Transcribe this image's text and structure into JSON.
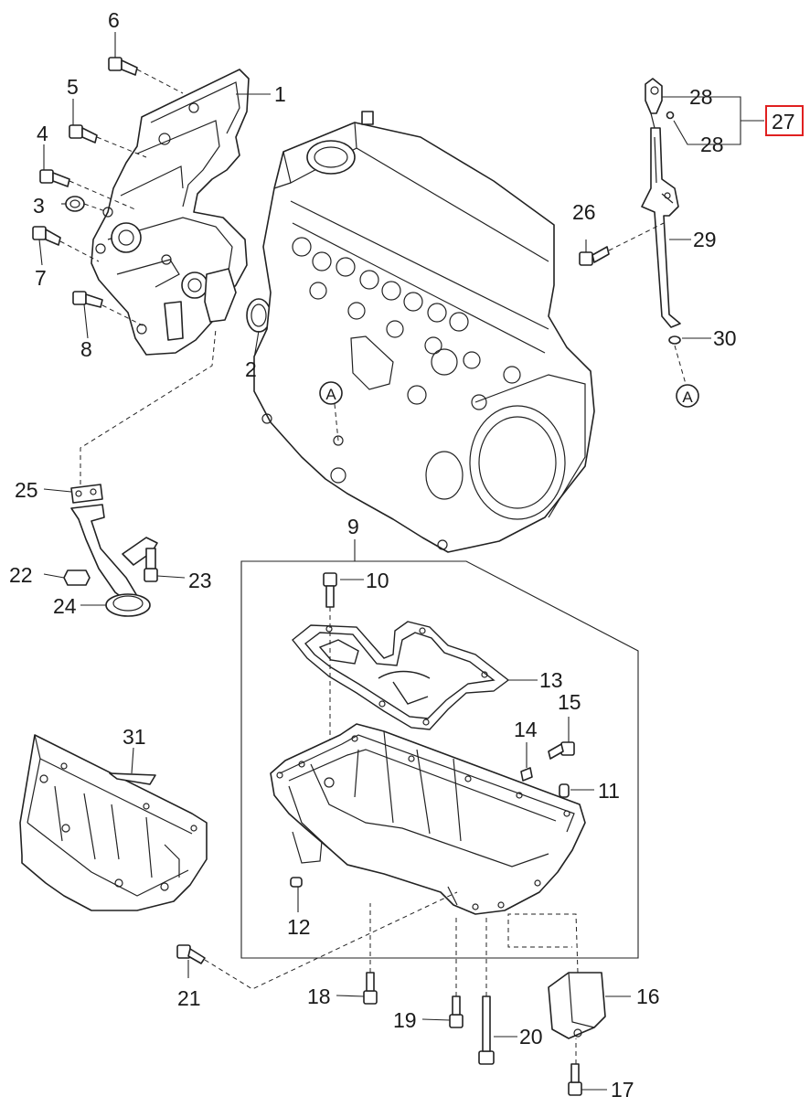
{
  "callouts": {
    "c1": "1",
    "c2": "2",
    "c3": "3",
    "c4": "4",
    "c5": "5",
    "c6": "6",
    "c7": "7",
    "c8": "8",
    "c9": "9",
    "c10": "10",
    "c11": "11",
    "c12": "12",
    "c13": "13",
    "c14": "14",
    "c15": "15",
    "c16": "16",
    "c17": "17",
    "c18": "18",
    "c19": "19",
    "c20": "20",
    "c21": "21",
    "c22": "22",
    "c23": "23",
    "c24": "24",
    "c25": "25",
    "c26": "26",
    "c27": "27",
    "c28a": "28",
    "c28b": "28",
    "c29": "29",
    "c30": "30",
    "c31": "31"
  },
  "reference_markers": {
    "marker_a_block": "A",
    "marker_a_dipstick": "A"
  },
  "highlight": {
    "part_number": "27",
    "color": "#e02020"
  },
  "colors": {
    "line": "#222222",
    "background": "#ffffff"
  }
}
